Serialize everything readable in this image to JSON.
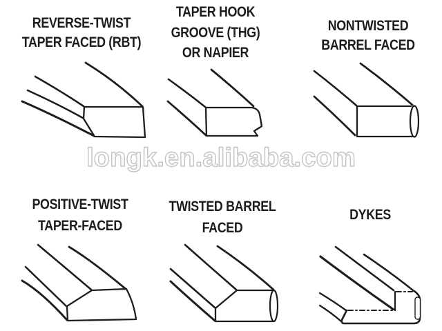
{
  "background": "#ffffff",
  "line_color": "#1d1d1d",
  "watermark": {
    "text": "longk.en.alibaba.com",
    "color": "#c3c3c3"
  },
  "figures": [
    {
      "name": "reverse-twist-taper-faced",
      "lines": [
        "REVERSE-TWIST",
        "TAPER FACED (RBT)"
      ]
    },
    {
      "name": "taper-hook-groove-napier",
      "lines": [
        "TAPER HOOK",
        "GROOVE (THG)",
        "OR NAPIER"
      ]
    },
    {
      "name": "nontwisted-barrel-faced",
      "lines": [
        "NONTWISTED",
        "BARREL FACED"
      ]
    },
    {
      "name": "positive-twist-taper-faced",
      "lines": [
        "POSITIVE-TWIST",
        "TAPER-FACED"
      ]
    },
    {
      "name": "twisted-barrel-faced",
      "lines": [
        "TWISTED BARREL",
        "FACED"
      ]
    },
    {
      "name": "dykes",
      "lines": [
        "DYKES"
      ]
    }
  ]
}
